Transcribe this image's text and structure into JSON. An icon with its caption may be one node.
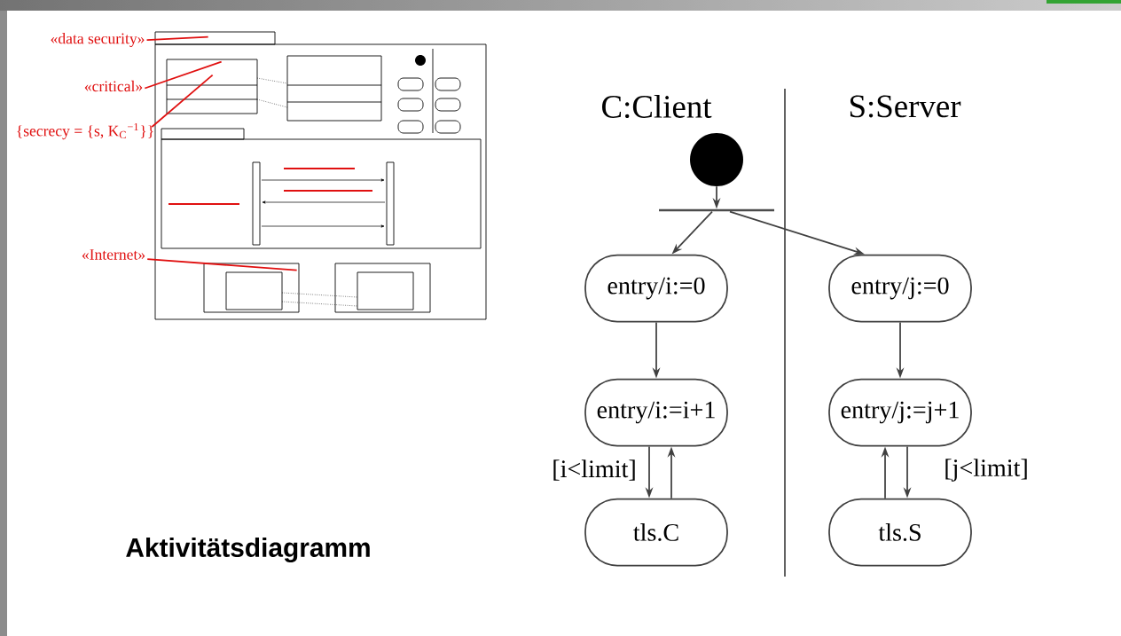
{
  "diagram": {
    "nodes": [
      {
        "text": [],
        "shape": "picture"
      },
      {
        "text": [
          "«data security»"
        ]
      },
      {
        "text": [
          "«critical»"
        ]
      },
      {
        "text": [
          "{secrecy = {s, K$_{C}$$^{−1}$}}"
        ]
      },
      {
        "text": [
          "«Internet»"
        ]
      },
      {
        "text": [],
        "shape": "circle"
      },
      {
        "text": [],
        "shape": "bar"
      },
      {
        "text": [
          "entry/i:=0"
        ]
      },
      {
        "text": [
          "entry/j:=0"
        ]
      },
      {
        "text": [
          "entry/i:=i+1"
        ]
      },
      {
        "text": [
          "entry/j:=j+1"
        ]
      },
      {
        "text": [
          "tls.C"
        ]
      },
      {
        "text": [
          "tls.S"
        ]
      }
    ],
    "edges": [
      {
        "from": 1,
        "to": 0,
        "arrow": "none",
        "color": "#e01010"
      },
      {
        "from": 2,
        "to": 0,
        "arrow": "none",
        "color": "#e01010"
      },
      {
        "from": 3,
        "to": 0,
        "arrow": "none",
        "color": "#e01010"
      },
      {
        "from": 4,
        "to": 0,
        "arrow": "none",
        "color": "#e01010"
      },
      {
        "from": 5,
        "to": 6,
        "arrow": "to"
      },
      {
        "from": 6,
        "to": 7,
        "arrow": "to"
      },
      {
        "from": 6,
        "to": 8,
        "arrow": "to"
      },
      {
        "from": 7,
        "to": 9,
        "arrow": "to"
      },
      {
        "from": 8,
        "to": 10,
        "arrow": "to"
      },
      {
        "from": 9,
        "to": 11,
        "arrow": "to",
        "label": "[i<limit]"
      },
      {
        "from": 11,
        "to": 9,
        "arrow": "to"
      },
      {
        "from": 10,
        "to": 12,
        "arrow": "to",
        "label": "[j<limit]"
      },
      {
        "from": 12,
        "to": 10,
        "arrow": "to"
      }
    ],
    "labels": [
      "C:Client",
      "S:Server",
      "Aktivitätsdiagramm"
    ]
  }
}
